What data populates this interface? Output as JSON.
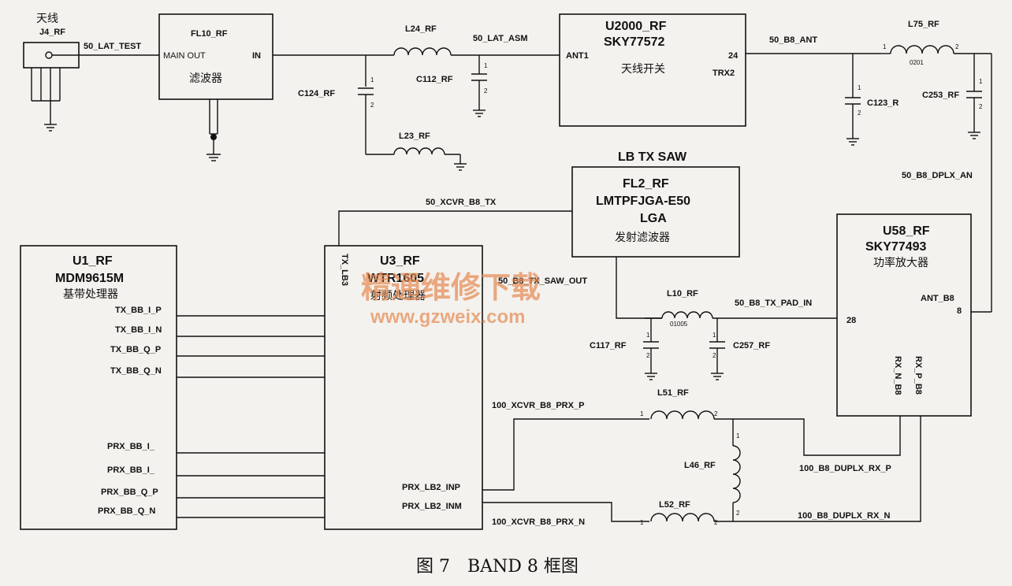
{
  "antenna": {
    "cn": "天线",
    "ref": "J4_RF"
  },
  "fl10": {
    "ref": "FL10_RF",
    "pin_main_out": "MAIN OUT",
    "pin_in": "IN",
    "cn": "滤波器"
  },
  "u2000": {
    "ref": "U2000_RF",
    "part": "SKY77572",
    "pin_ant1": "ANT1",
    "pin_24": "24",
    "pin_trx2": "TRX2",
    "cn": "天线开关"
  },
  "fl2": {
    "header": "LB TX SAW",
    "ref": "FL2_RF",
    "part": "LMTPFJGA-E50",
    "package": "LGA",
    "cn": "发射滤波器"
  },
  "u1": {
    "ref": "U1_RF",
    "part": "MDM9615M",
    "cn": "基带处理器",
    "pins": [
      "TX_BB_I_P",
      "TX_BB_I_N",
      "TX_BB_Q_P",
      "TX_BB_Q_N",
      "PRX_BB_I_",
      "PRX_BB_I_",
      "PRX_BB_Q_P",
      "PRX_BB_Q_N"
    ]
  },
  "u3": {
    "ref": "U3_RF",
    "part": "WTR1605",
    "cn": "射频处理器",
    "pin_tx": "TX_LB3",
    "pin_inp": "PRX_LB2_INP",
    "pin_inm": "PRX_LB2_INM"
  },
  "u58": {
    "ref": "U58_RF",
    "part": "SKY77493",
    "cn": "功率放大器",
    "pin_ant": "ANT_B8",
    "pin_8": "8",
    "pin_28": "28",
    "pin_rxn": "RX_N_B8",
    "pin_rxp": "RX_P_B8"
  },
  "components": {
    "l24": "L24_RF",
    "l23": "L23_RF",
    "c124": "C124_RF",
    "c112": "C112_RF",
    "l75": "L75_RF",
    "l75_pkg": "0201",
    "c123": "C123_R",
    "c253": "C253_RF",
    "l10": "L10_RF",
    "l10_pkg": "01005",
    "c117": "C117_RF",
    "c257": "C257_RF",
    "l51": "L51_RF",
    "l46": "L46_RF",
    "l52": "L52_RF"
  },
  "nets": {
    "lat_test": "50_LAT_TEST",
    "lat_asm": "50_LAT_ASM",
    "b8_ant": "50_B8_ANT",
    "b8_dplx_an": "50_B8_DPLX_AN",
    "xcvr_b8_tx": "50_XCVR_B8_TX",
    "b8_tx_saw_out": "50_B8_TX_SAW_OUT",
    "b8_tx_pad_in": "50_B8_TX_PAD_IN",
    "xcvr_prx_p": "100_XCVR_B8_PRX_P",
    "xcvr_prx_n": "100_XCVR_B8_PRX_N",
    "duplx_rx_p": "100_B8_DUPLX_RX_P",
    "duplx_rx_n": "100_B8_DUPLX_RX_N"
  },
  "watermark": {
    "cn": "精通维修下载",
    "url": "www.gzweix.com"
  },
  "caption": "图 7　BAND 8 框图"
}
